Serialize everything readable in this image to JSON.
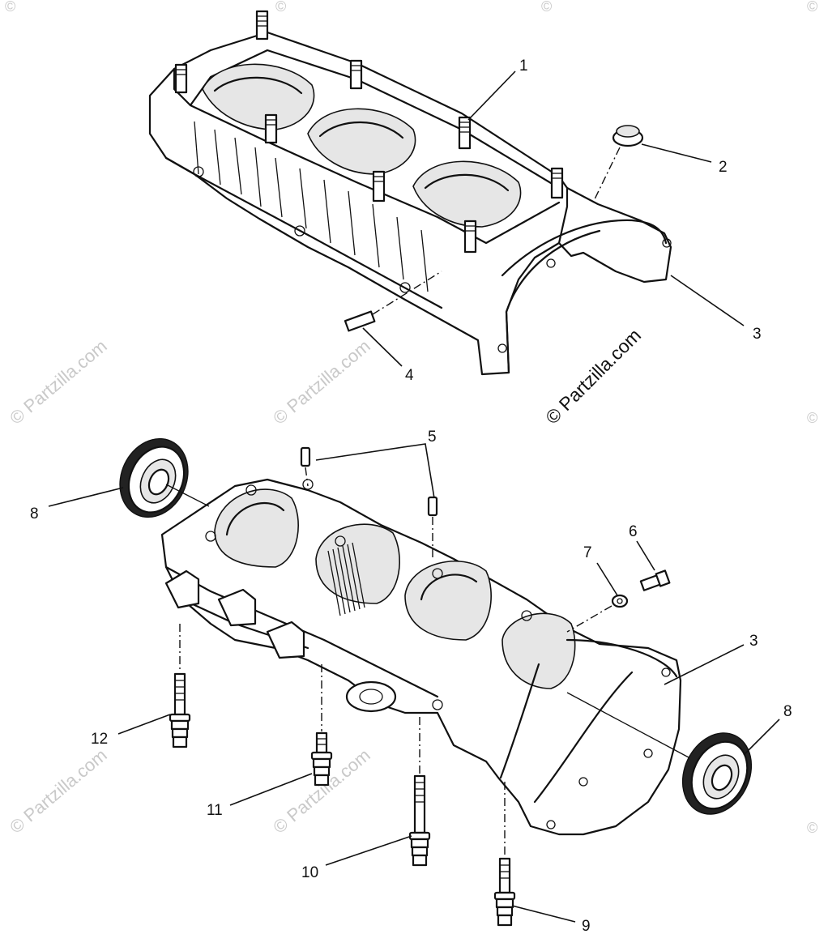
{
  "callouts": {
    "c1": "1",
    "c2": "2",
    "c3_top": "3",
    "c4": "4",
    "c5": "5",
    "c6": "6",
    "c7": "7",
    "c3_bottom": "3",
    "c8_left": "8",
    "c8_right": "8",
    "c9": "9",
    "c10": "10",
    "c11": "11",
    "c12": "12"
  },
  "watermark": {
    "text": "© Partzilla.com",
    "copyright_symbol": "©"
  }
}
